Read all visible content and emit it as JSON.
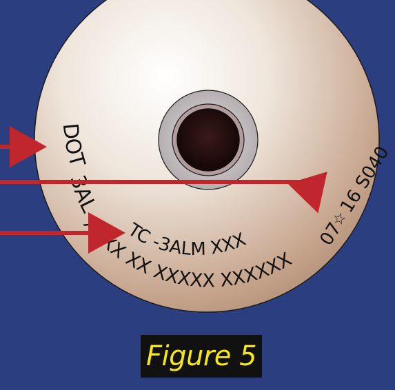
{
  "colors": {
    "background": "#2b3e80",
    "arrow": "#c0272d",
    "caption_bg": "#111111",
    "caption_text": "#f6e813",
    "stamp_text": "#111111"
  },
  "stamps": {
    "left_upper": "DOT-",
    "left_lower": "3AL",
    "middle": "TC -3ALM XXX",
    "bottom": "XXXX XX XXXXX XXXXXX",
    "date_prefix": "07",
    "date_mark": "☆",
    "date_suffix": "16 S040"
  },
  "caption": {
    "text": "Figure 5"
  }
}
